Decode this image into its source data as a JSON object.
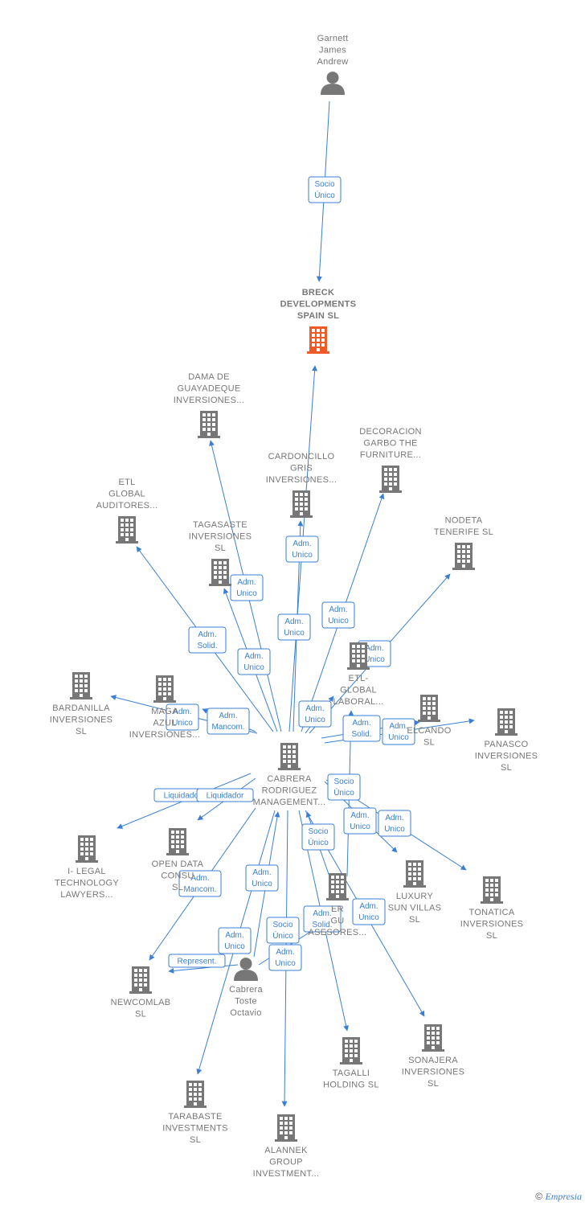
{
  "colors": {
    "edge": "#3a7fd5",
    "company": "#777777",
    "main_company": "#f05a28",
    "person": "#777777"
  },
  "nodes": [
    {
      "id": "garnett",
      "type": "person",
      "label": [
        "Garnett",
        "James",
        "Andrew"
      ]
    },
    {
      "id": "breck",
      "type": "main",
      "label": [
        "BRECK",
        "DEVELOPMENTS",
        "SPAIN  SL"
      ]
    },
    {
      "id": "dama",
      "type": "company",
      "label": [
        "DAMA DE",
        "GUAYADEQUE",
        "INVERSIONES..."
      ]
    },
    {
      "id": "decoracion",
      "type": "company",
      "label": [
        "DECORACION",
        "GARBO THE",
        "FURNITURE..."
      ]
    },
    {
      "id": "cardoncillo",
      "type": "company",
      "label": [
        "CARDONCILLO",
        "GRIS",
        "INVERSIONES..."
      ]
    },
    {
      "id": "etlaud",
      "type": "company",
      "label": [
        "ETL",
        "GLOBAL",
        "AUDITORES..."
      ]
    },
    {
      "id": "nodeta",
      "type": "company",
      "label": [
        "NODETA",
        "TENERIFE  SL"
      ]
    },
    {
      "id": "tagasaste",
      "type": "company",
      "label": [
        "TAGASASTE",
        "INVERSIONES",
        "SL"
      ]
    },
    {
      "id": "etllab",
      "type": "company",
      "label": [
        "ETL-",
        "GLOBAL",
        "LABORAL..."
      ]
    },
    {
      "id": "bardanilla",
      "type": "company",
      "label": [
        "BARDANILLA",
        "INVERSIONES",
        "SL"
      ]
    },
    {
      "id": "magazul",
      "type": "company",
      "label": [
        "MAGA",
        "AZUL",
        "INVERSIONES..."
      ]
    },
    {
      "id": "elcando",
      "type": "company",
      "label": [
        "ELCANDO",
        "SL"
      ]
    },
    {
      "id": "panasco",
      "type": "company",
      "label": [
        "PANASCO",
        "INVERSIONES",
        "SL"
      ]
    },
    {
      "id": "cabrera_mgmt",
      "type": "company",
      "label": [
        "CABRERA",
        "RODRIGUEZ",
        "MANAGEMENT..."
      ]
    },
    {
      "id": "ilegal",
      "type": "company",
      "label": [
        "I- LEGAL",
        "TECHNOLOGY",
        "LAWYERS..."
      ]
    },
    {
      "id": "opendata",
      "type": "company",
      "label": [
        "OPEN DATA",
        "CONSU",
        "SL"
      ]
    },
    {
      "id": "luxury",
      "type": "company",
      "label": [
        "LUXURY",
        "SUN VILLAS",
        "SL"
      ]
    },
    {
      "id": "tonatica",
      "type": "company",
      "label": [
        "TONATICA",
        "INVERSIONES",
        "SL"
      ]
    },
    {
      "id": "asesores",
      "type": "company",
      "label": [
        "ER",
        "GU",
        "ASESORES..."
      ]
    },
    {
      "id": "newcomlab",
      "type": "company",
      "label": [
        "NEWCOMLAB",
        "SL"
      ]
    },
    {
      "id": "cabrera_person",
      "type": "person",
      "label": [
        "Cabrera",
        "Toste",
        "Octavio"
      ]
    },
    {
      "id": "tagalli",
      "type": "company",
      "label": [
        "TAGALLI",
        "HOLDING  SL"
      ]
    },
    {
      "id": "sonajera",
      "type": "company",
      "label": [
        "SONAJERA",
        "INVERSIONES",
        "SL"
      ]
    },
    {
      "id": "tarabaste",
      "type": "company",
      "label": [
        "TARABASTE",
        "INVESTMENTS",
        "SL"
      ]
    },
    {
      "id": "alannek",
      "type": "company",
      "label": [
        "ALANNEK",
        "GROUP",
        "INVESTMENT..."
      ]
    }
  ],
  "edge_labels": [
    [
      "Socio",
      "Único"
    ],
    [
      "Adm.",
      "Unico"
    ],
    [
      "Adm.",
      "Unico"
    ],
    [
      "Adm.",
      "Unico"
    ],
    [
      "Adm.",
      "Unico"
    ],
    [
      "Adm.",
      "Unico"
    ],
    [
      "Adm.",
      "Solid."
    ],
    [
      "Adm.",
      "Unico"
    ],
    [
      "Adm.",
      "Unico"
    ],
    [
      "Adm.",
      "Unico"
    ],
    [
      "Adm.",
      "Mancom."
    ],
    [
      "Adm.",
      "Solid."
    ],
    [
      "Adm.",
      "Unico"
    ],
    [
      "Liquidador"
    ],
    [
      "Liquidador"
    ],
    [
      "Socio",
      "Único"
    ],
    [
      "Adm.",
      "Unico"
    ],
    [
      "Adm.",
      "Unico"
    ],
    [
      "Socio",
      "Único"
    ],
    [
      "Adm.",
      "Mancom."
    ],
    [
      "Adm.",
      "Unico"
    ],
    [
      "Adm.",
      "Solid."
    ],
    [
      "Adm.",
      "Unico"
    ],
    [
      "Adm.",
      "Unico"
    ],
    [
      "Socio",
      "Único"
    ],
    [
      "Represent."
    ],
    [
      "Adm.",
      "Unico"
    ]
  ],
  "footer": {
    "copyright": "©",
    "brand": "Empresia"
  }
}
